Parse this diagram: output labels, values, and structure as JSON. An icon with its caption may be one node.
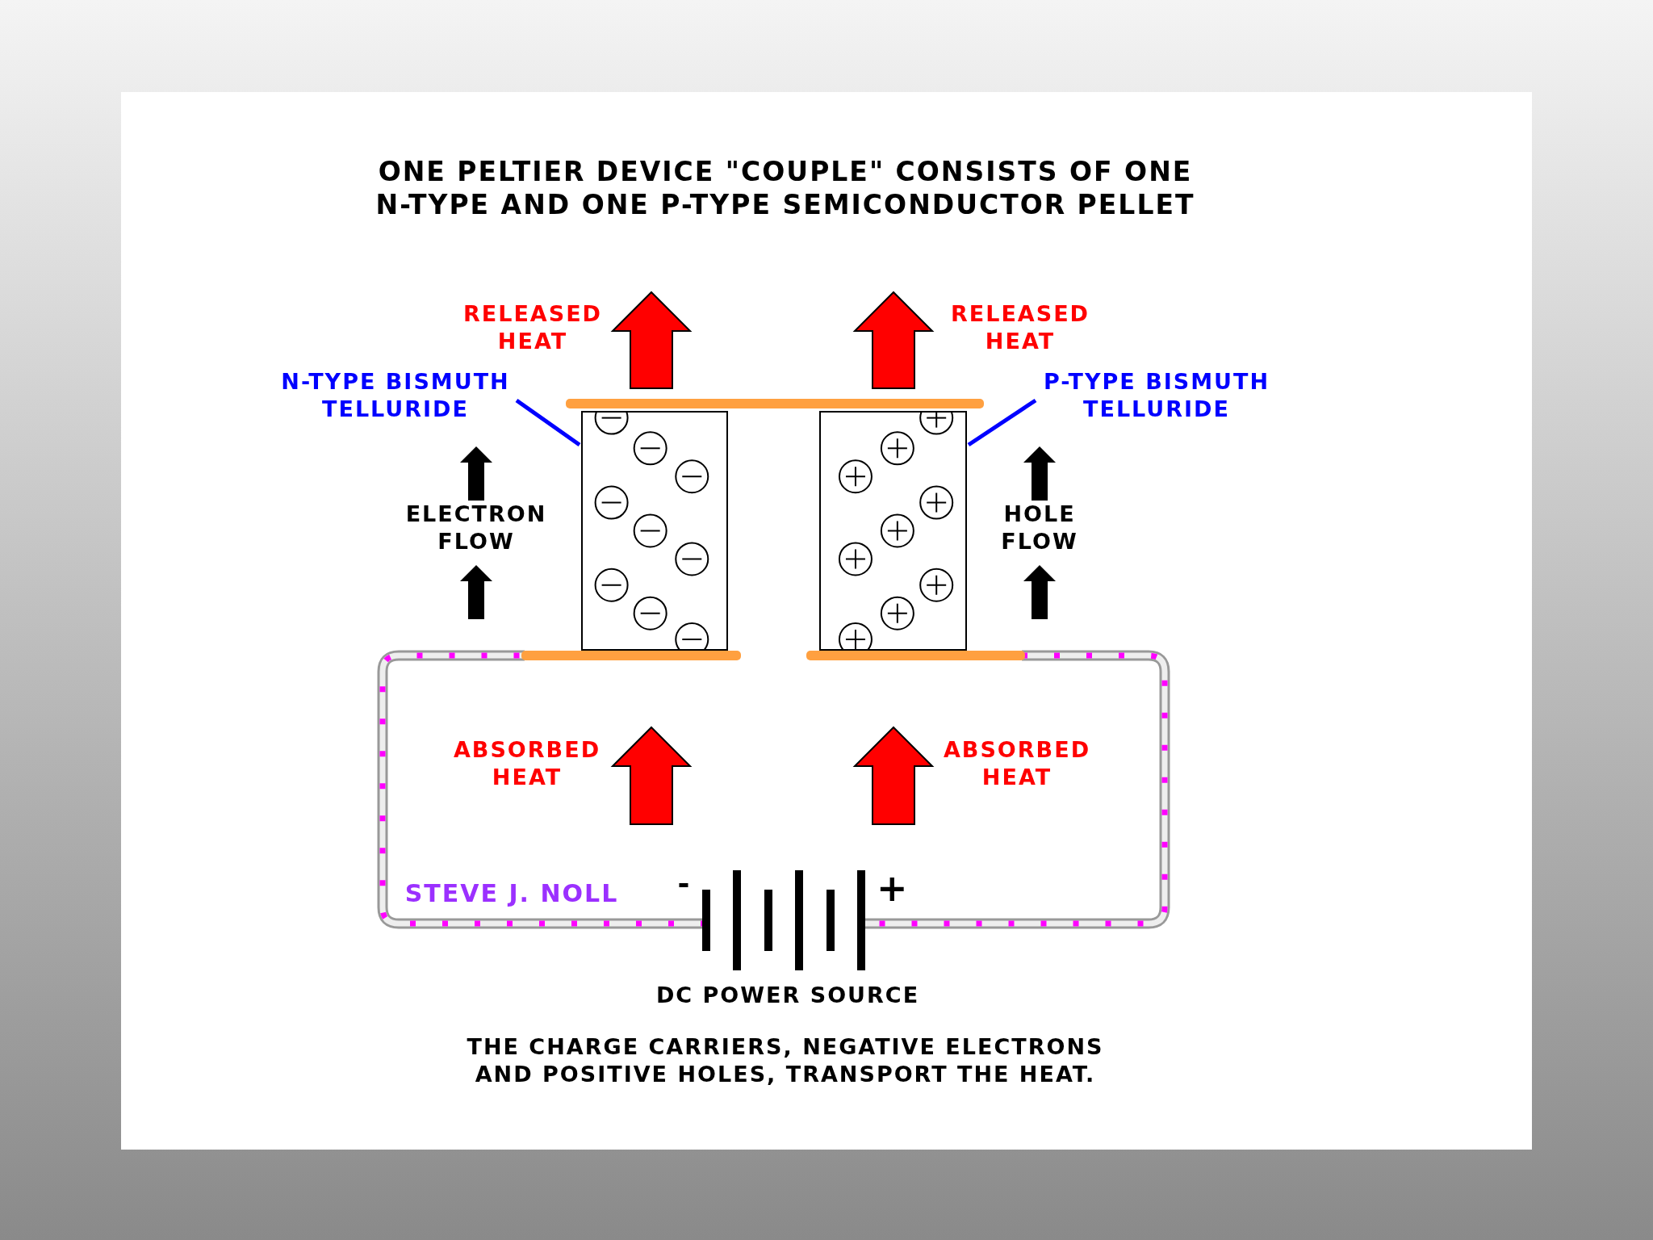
{
  "diagram": {
    "title": "ONE PELTIER DEVICE \"COUPLE\" CONSISTS OF ONE N-TYPE AND ONE P-TYPE SEMICONDUCTOR PELLET",
    "caption": "THE CHARGE CARRIERS, NEGATIVE ELECTRONS AND POSITIVE HOLES, TRANSPORT THE HEAT.",
    "nodes": [
      {
        "text": [
          "N-TYPE BISMUTH TELLURIDE"
        ]
      },
      {
        "text": [],
        "shape": "box"
      },
      {
        "text": [
          "P-TYPE BISMUTH TELLURIDE"
        ]
      },
      {
        "text": [],
        "shape": "box"
      }
    ],
    "edges": [
      {
        "from": 0,
        "to": 1,
        "arrow": "none"
      },
      {
        "from": 2,
        "to": 3,
        "arrow": "none"
      }
    ],
    "labels": [
      "RELEASED HEAT",
      "RELEASED HEAT",
      "ELECTRON FLOW",
      "HOLE FLOW",
      "ABSORBED HEAT",
      "ABSORBED HEAT",
      "STEVE J. NOLL",
      "-",
      "+",
      "DC POWER SOURCE"
    ]
  }
}
